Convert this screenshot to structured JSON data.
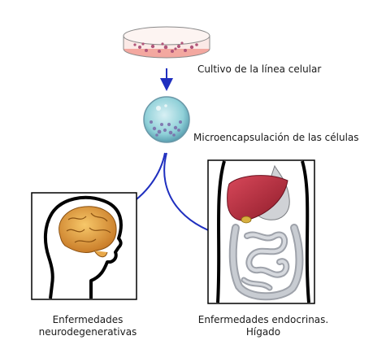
{
  "labels": {
    "culture": "Cultivo de la línea celular",
    "micro": "Microencapsulación de las células",
    "neuro_line1": "Enfermedades",
    "neuro_line2": "neurodegenerativas",
    "endo_line1": "Enfermedades endocrinas.",
    "endo_line2": "Hígado"
  },
  "colors": {
    "arrow": "#1f2fbf",
    "dish_medium": "#f3a8a0",
    "cells": "#b0557a",
    "capsule": "#8fd0d8",
    "brain": "#e0962e",
    "liver": "#b02a3a",
    "intestine": "#b8bcc4",
    "frame": "#000000"
  }
}
